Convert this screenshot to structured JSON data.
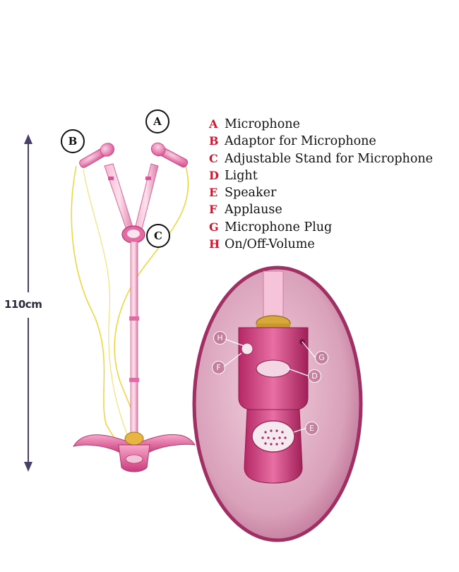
{
  "height_label": "110cm",
  "stand_callouts": {
    "a": "A",
    "b": "B",
    "c": "C"
  },
  "detail_callouts": {
    "h": "H",
    "f": "F",
    "g": "G",
    "d": "D",
    "e": "E"
  },
  "legend": [
    {
      "letter": "A",
      "text": "Microphone"
    },
    {
      "letter": "B",
      "text": "Adaptor for Microphone"
    },
    {
      "letter": "C",
      "text": "Adjustable Stand for Microphone"
    },
    {
      "letter": "D",
      "text": "Light"
    },
    {
      "letter": "E",
      "text": "Speaker"
    },
    {
      "letter": "F",
      "text": "Applause"
    },
    {
      "letter": "G",
      "text": "Microphone Plug"
    },
    {
      "letter": "H",
      "text": "On/Off-Volume"
    }
  ],
  "colors": {
    "letter": "#d6142a",
    "toy_pink": "#ea8bb4",
    "toy_dark_pink": "#c8377a",
    "oval_border": "#b23a6d",
    "cable": "#f0d645",
    "arrow": "#4a3f6b"
  }
}
